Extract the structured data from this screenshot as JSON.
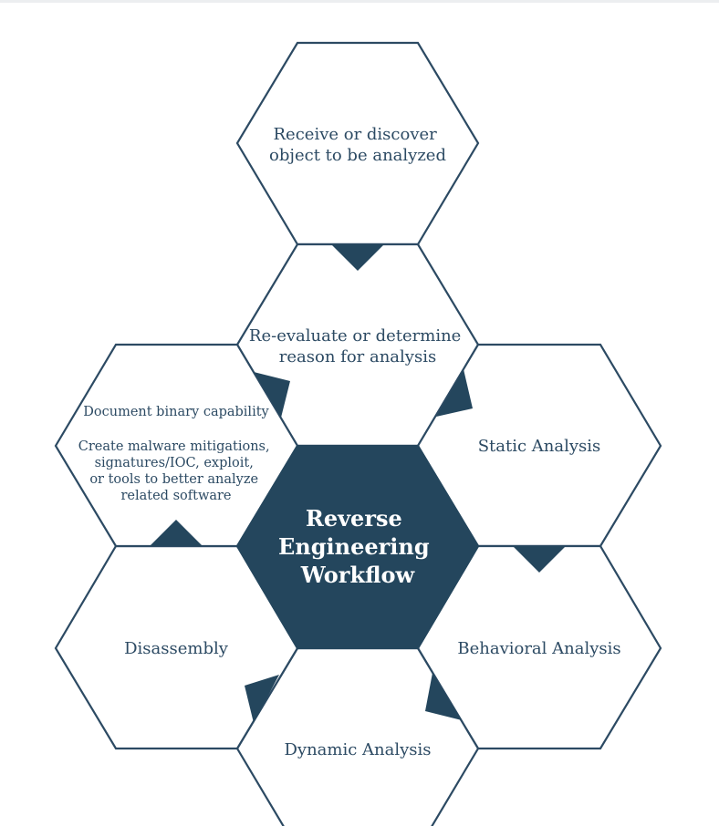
{
  "colors": {
    "accent": "#24465d",
    "stroke": "#2c4a63",
    "text": "#2c4a63",
    "background": "#ffffff"
  },
  "diagram": {
    "center": [
      "Reverse",
      "Engineering",
      "Workflow"
    ],
    "steps": {
      "receive": [
        "Receive or discover",
        "object to be analyzed"
      ],
      "reevaluate": [
        "Re-evaluate or determine",
        "reason for analysis"
      ],
      "static": [
        "Static Analysis"
      ],
      "behavioral": [
        "Behavioral Analysis"
      ],
      "dynamic": [
        "Dynamic Analysis"
      ],
      "disassembly": [
        "Disassembly"
      ],
      "document": [
        "Document binary capability"
      ],
      "mitigations": [
        "Create malware mitigations,",
        "signatures/IOC, exploit,",
        "or tools to better analyze",
        "related software"
      ]
    }
  }
}
